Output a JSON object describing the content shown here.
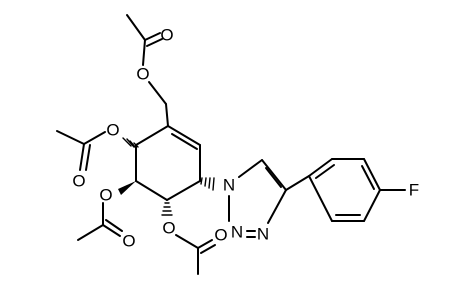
{
  "molecule": {
    "atom_labels": {
      "o_carbonyl_top": "O",
      "o_ester_top": "O",
      "o_ester_left_upper": "O",
      "o_carbonyl_left_upper": "O",
      "o_ester_left_lower": "O",
      "o_carbonyl_left_lower": "O",
      "o_ester_bottom": "O",
      "o_carbonyl_bottom": "O",
      "n1": "N",
      "n2": "N",
      "n3": "N",
      "fluorine": "F"
    },
    "colors": {
      "bond": "#000000",
      "label": "#000000",
      "background": "#ffffff"
    }
  }
}
